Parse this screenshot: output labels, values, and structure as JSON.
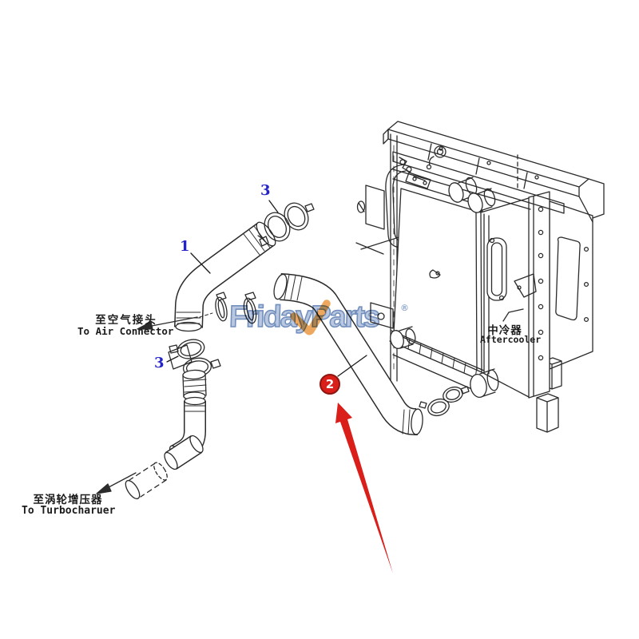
{
  "diagram": {
    "type": "parts-diagram",
    "labels": {
      "air_connector": {
        "zh": "至空气接头",
        "en": "To Air Connector"
      },
      "turbocharger": {
        "zh": "至涡轮增压器",
        "en": "To Turbocharuer"
      },
      "aftercooler": {
        "zh": "中冷器",
        "en": "Aftercooler"
      }
    },
    "callouts": [
      {
        "id": "1",
        "part": "air-connector-hose"
      },
      {
        "id": "2",
        "part": "aftercooler-hose",
        "highlighted": true
      },
      {
        "id": "3",
        "part": "hose-clamps-upper"
      },
      {
        "id": "3",
        "part": "hose-clamps-middle"
      }
    ]
  },
  "watermark": {
    "text": "FridayParts",
    "registered": "®"
  },
  "colors": {
    "background": "#ffffff",
    "line": "#2b2b2b",
    "callout_blue": "#2323c8",
    "highlight_red": "#da1f1a",
    "badge_ring": "#8e1510",
    "watermark_blue": "#b0c1dc",
    "watermark_outline": "#5f80b4",
    "watermark_check": "#eda75e"
  }
}
